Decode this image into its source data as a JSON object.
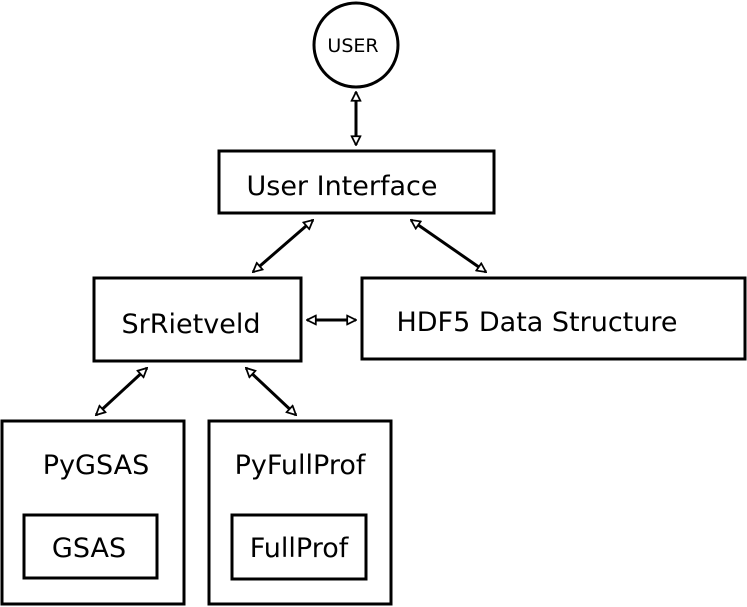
{
  "diagram": {
    "user": "USER",
    "user_interface": "User Interface",
    "sr_rietveld": "SrRietveld",
    "hdf5": "HDF5 Data Structure",
    "pygsas": "PyGSAS",
    "gsas": "GSAS",
    "pyfullprof": "PyFullProf",
    "fullprof": "FullProf"
  },
  "colors": {
    "stroke": "#000000",
    "background": "#ffffff"
  }
}
